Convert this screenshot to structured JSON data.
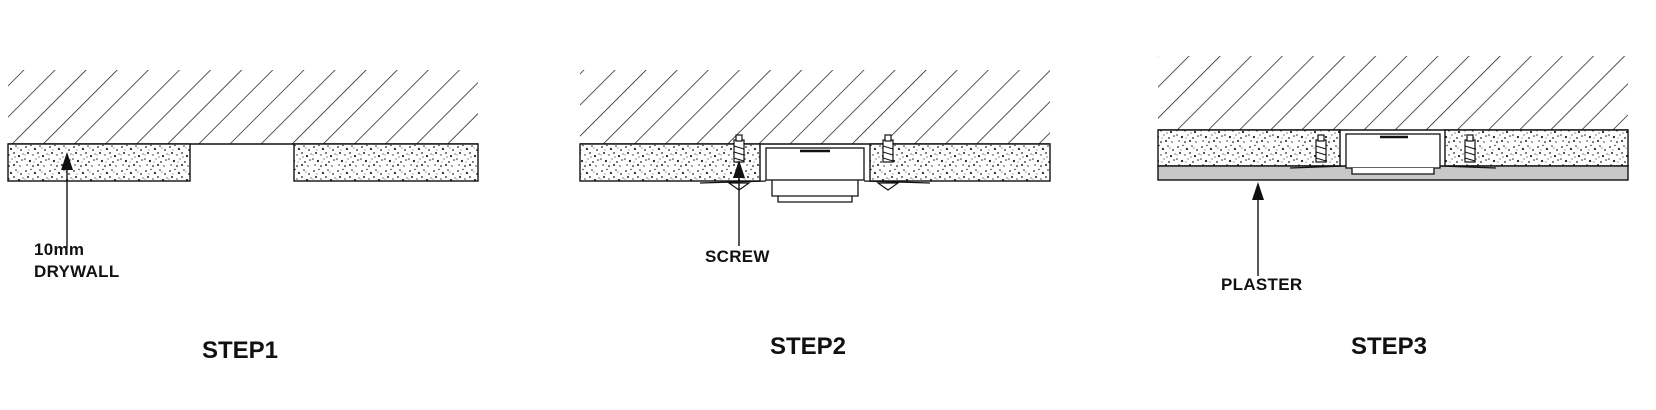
{
  "step1": {
    "title": "STEP1",
    "label_line1": "10mm",
    "label_line2": "DRYWALL"
  },
  "step2": {
    "title": "STEP2",
    "label": "SCREW"
  },
  "step3": {
    "title": "STEP3",
    "label": "PLASTER"
  },
  "colors": {
    "ink": "#111111",
    "plaster": "#c8c8c8",
    "background": "#ffffff"
  }
}
